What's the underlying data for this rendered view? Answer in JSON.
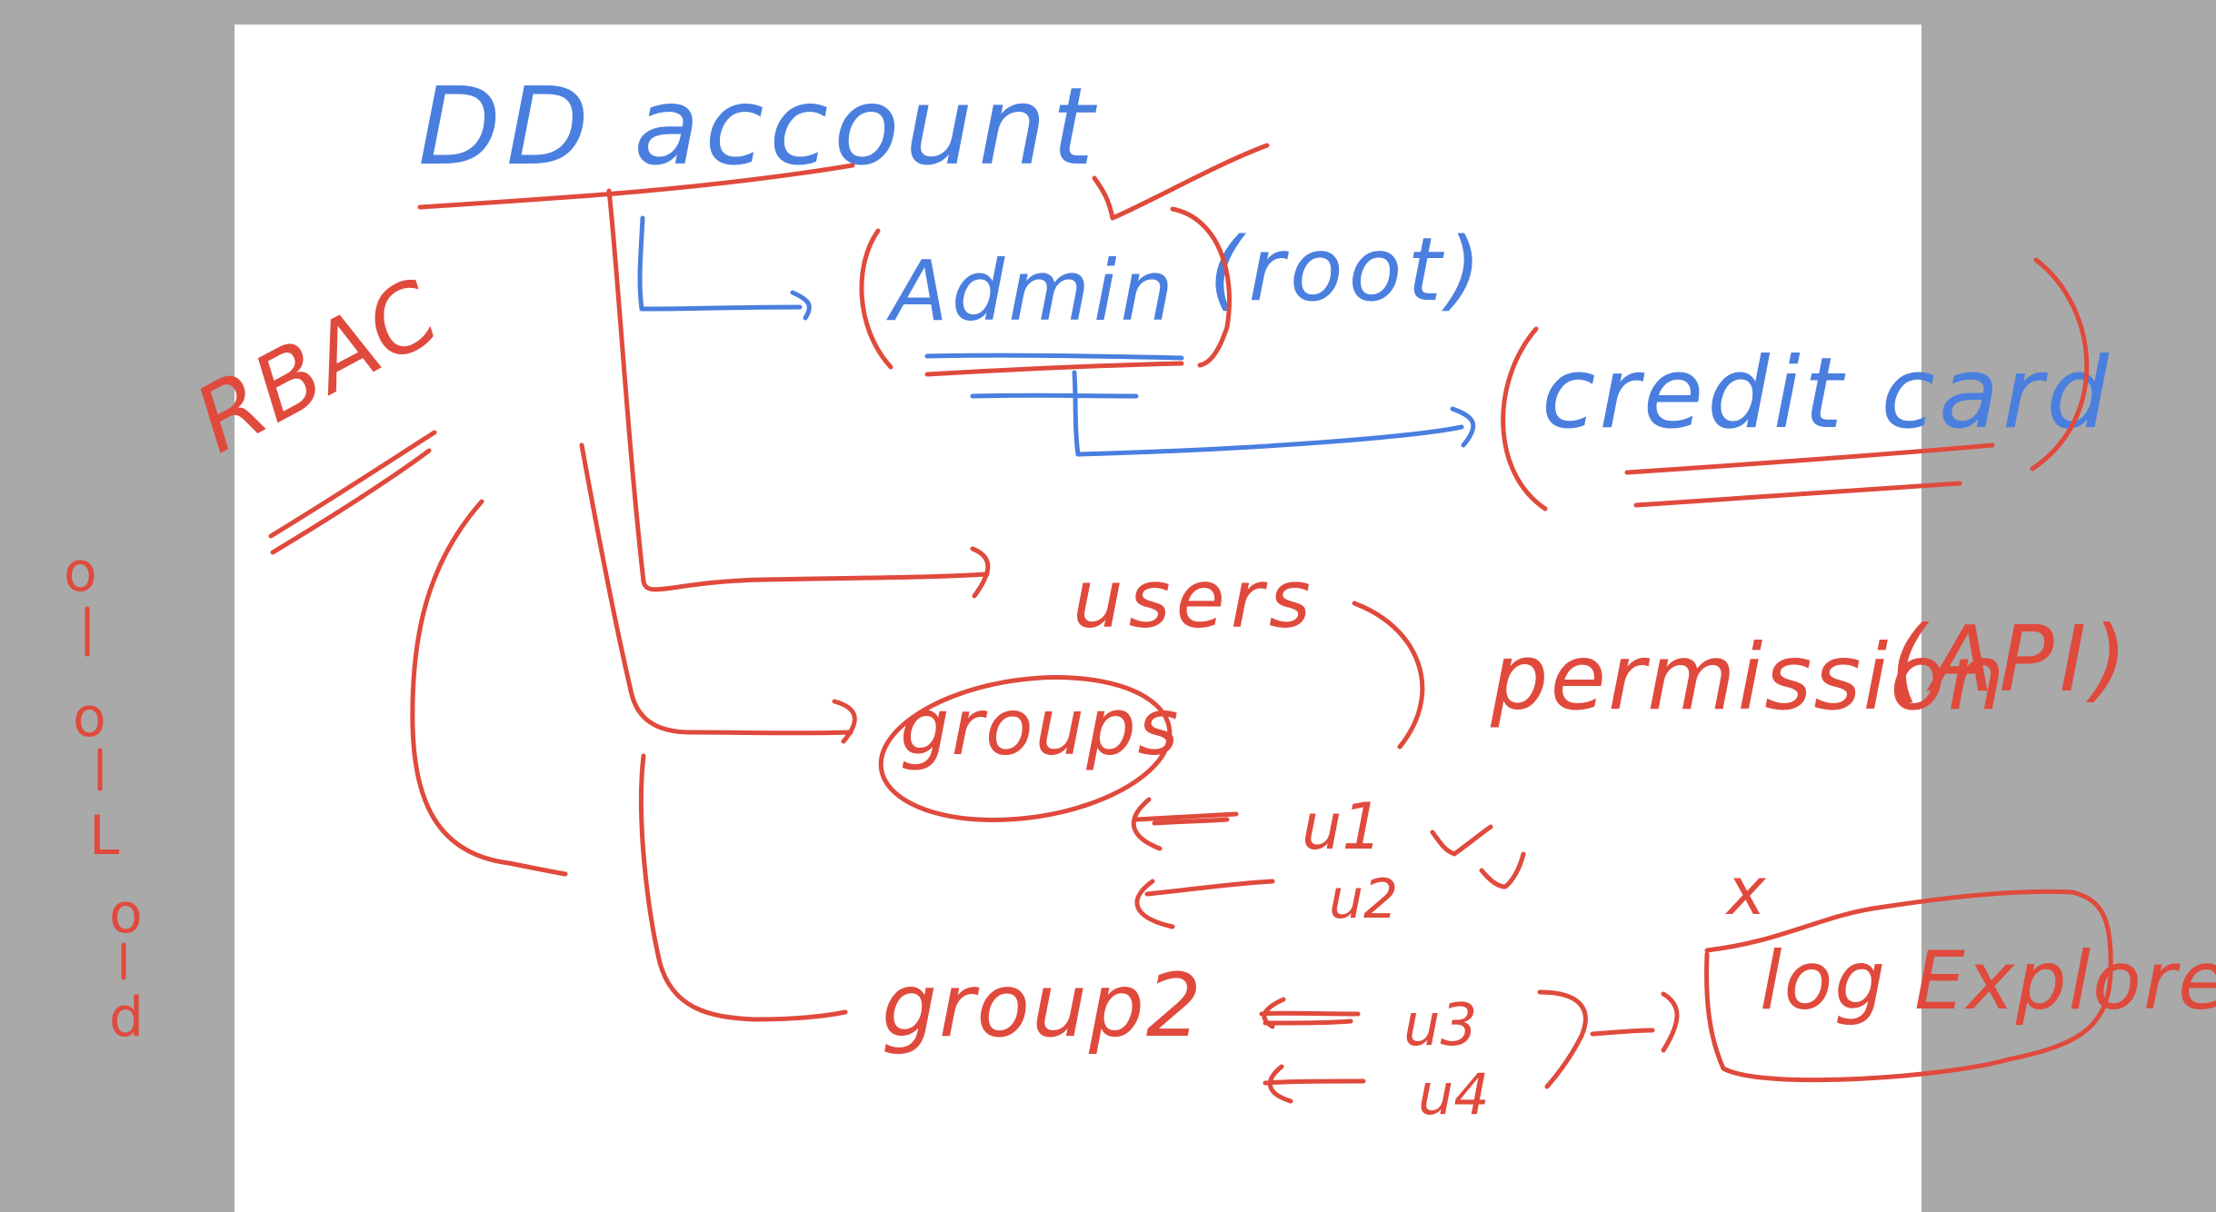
{
  "colors": {
    "background": "#a9a9a9",
    "page": "#ffffff",
    "blue_ink": "#4a7fe0",
    "red_ink": "#e04a3c"
  },
  "labels": {
    "title": "DD account",
    "admin": "Admin",
    "root": "(root)",
    "credit_card": "credit card",
    "users": "users",
    "groups": "groups",
    "group2": "group2",
    "permission": "permission",
    "api": "(API)",
    "rbac": "RBAC",
    "u1": "u1",
    "u2": "u2",
    "u3": "u3",
    "u4": "u4",
    "log_explorer": "log Explore",
    "x_mark": "x",
    "side_letters": [
      "o",
      "o",
      "L",
      "o",
      "d"
    ]
  }
}
